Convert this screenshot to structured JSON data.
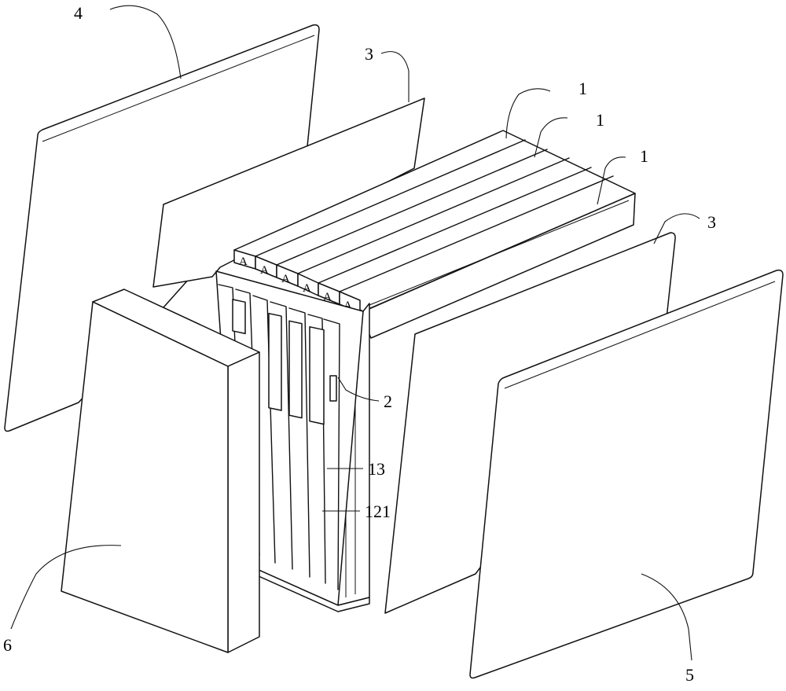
{
  "labels": {
    "part_4": "4",
    "part_3_left": "3",
    "part_3_right": "3",
    "part_1_a": "1",
    "part_1_b": "1",
    "part_1_c": "1",
    "part_2": "2",
    "part_13": "13",
    "part_121": "121",
    "part_6": "6",
    "part_5": "5"
  },
  "cell_marks": [
    "A",
    "A",
    "A",
    "A",
    "A",
    "A"
  ]
}
